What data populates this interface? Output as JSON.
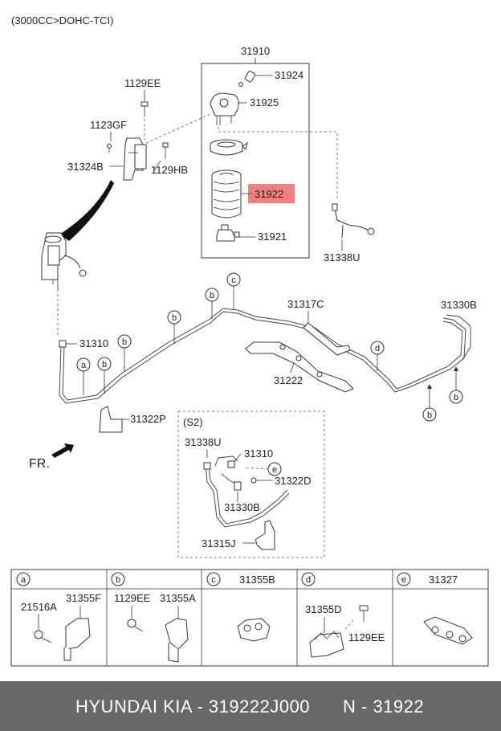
{
  "header": {
    "engine": "(3000CC>DOHC-TCI)"
  },
  "labels": {
    "assembly": "31910",
    "cap_screw": "31924",
    "head": "31925",
    "filter": "31922",
    "sensor": "31921",
    "bolt_top": "1129EE",
    "screw": "1123GF",
    "bracket": "31324B",
    "bolt_side": "1129HB",
    "hose_u": "31338U",
    "tube_31310": "31310",
    "clamp_c": "31317C",
    "tube_31330b": "31330B",
    "protector": "31222",
    "bracket_p": "31322P",
    "front": "FR."
  },
  "callouts": {
    "a": "a",
    "b": "b",
    "c": "c",
    "d": "d",
    "e": "e"
  },
  "detail": {
    "title": "(S2)",
    "hose": "31338U",
    "tube": "31310",
    "clip": "31322D",
    "pipe": "31330B",
    "bracket": "31315J"
  },
  "legend": [
    {
      "letter": "a",
      "header_part": "",
      "parts": [
        "21516A",
        "31355F"
      ]
    },
    {
      "letter": "b",
      "header_part": "",
      "parts": [
        "1129EE",
        "31355A"
      ]
    },
    {
      "letter": "c",
      "header_part": "31355B",
      "parts": []
    },
    {
      "letter": "d",
      "header_part": "",
      "parts": [
        "31355D",
        "1129EE"
      ]
    },
    {
      "letter": "e",
      "header_part": "31327",
      "parts": []
    }
  ],
  "footer": {
    "brand": "HYUNDAI  KIA - 319222J000",
    "number": "N - 31922"
  },
  "colors": {
    "highlight": "#f08080",
    "footer_bg": "#686868",
    "footer_text": "#ffffff"
  }
}
